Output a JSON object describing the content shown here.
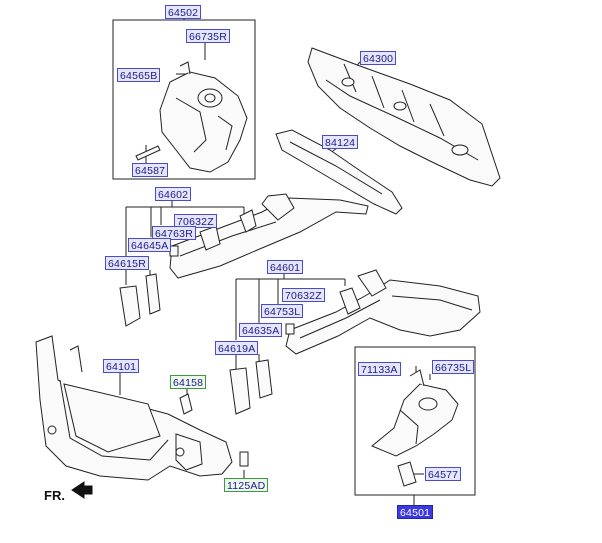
{
  "labels": {
    "p64502": "64502",
    "p66735R": "66735R",
    "p64565B": "64565B",
    "p64587": "64587",
    "p64300": "64300",
    "p84124": "84124",
    "p64602": "64602",
    "p70632Z_upper": "70632Z",
    "p64763R": "64763R",
    "p64645A": "64645A",
    "p64615R": "64615R",
    "p64601": "64601",
    "p70632Z_lower": "70632Z",
    "p64753L": "64753L",
    "p64635A": "64635A",
    "p64619A": "64619A",
    "p64101": "64101",
    "p64158": "64158",
    "p1125AD": "1125AD",
    "p71133A": "71133A",
    "p66735L": "66735L",
    "p64577": "64577",
    "p64501": "64501"
  },
  "direction_marker": "FR.",
  "colors": {
    "label_border": "#4a4ad0",
    "label_fill": "#e6e6fb",
    "selected_fill": "#3a3ae0",
    "line": "#222222"
  }
}
